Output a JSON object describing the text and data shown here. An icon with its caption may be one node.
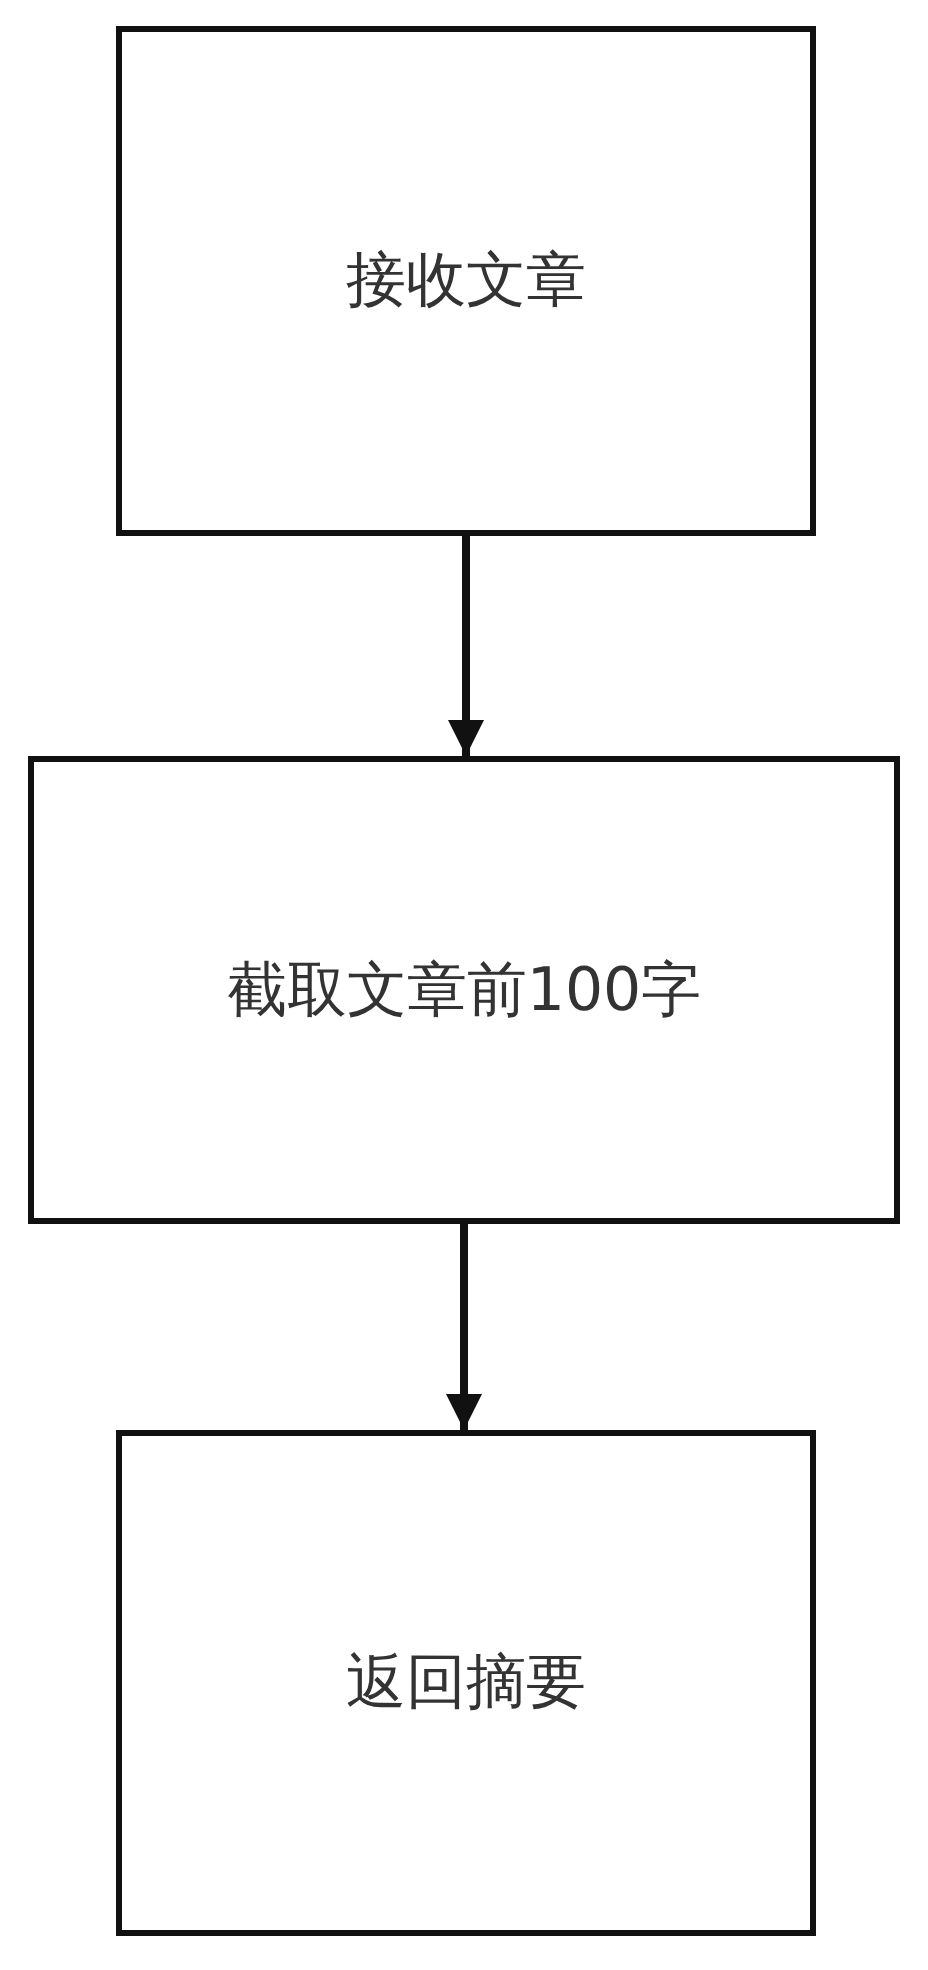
{
  "diagram": {
    "nodes": [
      {
        "text": [
          "接收文章"
        ]
      },
      {
        "text": [
          "截取文章前100字"
        ]
      },
      {
        "text": [
          "返回摘要"
        ]
      }
    ],
    "edges": [
      {
        "from": 0,
        "to": 1,
        "arrow": "to"
      },
      {
        "from": 1,
        "to": 2,
        "arrow": "to"
      }
    ]
  }
}
